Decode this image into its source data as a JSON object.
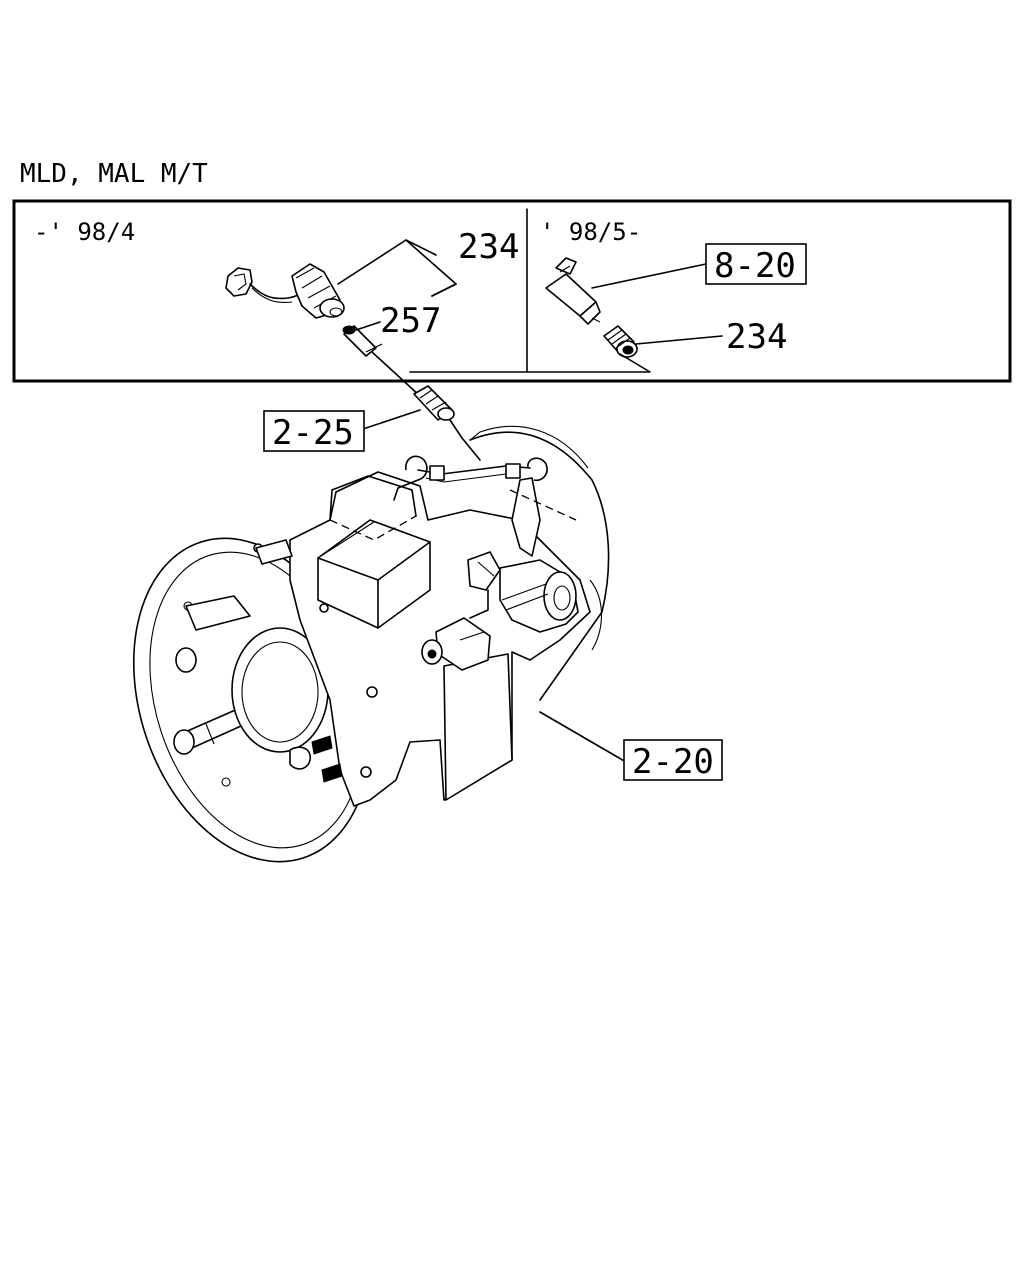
{
  "title": "MLD, MAL M/T",
  "left_panel": {
    "range": "-' 98/4"
  },
  "right_panel": {
    "range": "' 98/5-"
  },
  "callouts": {
    "left_switch": "234",
    "left_adapter": "257",
    "right_sensor_boxed": "8-20",
    "right_switch": "234",
    "sensor_boxed": "2-25",
    "transmission_boxed": "2-20"
  },
  "colors": {
    "line": "#000000",
    "background": "#ffffff"
  }
}
